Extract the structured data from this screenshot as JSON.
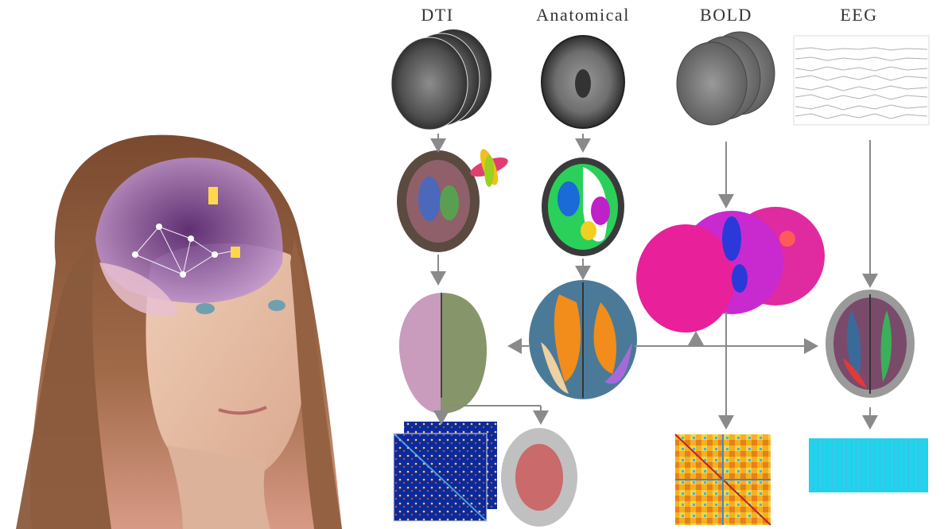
{
  "columns": {
    "dti": "DTI",
    "anatomical": "Anatomical",
    "bold": "BOLD",
    "eeg": "EEG"
  },
  "colors": {
    "arrow": "#8a8a8a",
    "skin": "#e8c2a8",
    "hair": "#8a5a3c",
    "brain_magenta": "#e0208c",
    "eeg_matrix": "#22d3ee",
    "mri_gray": "#6b6b6b"
  }
}
